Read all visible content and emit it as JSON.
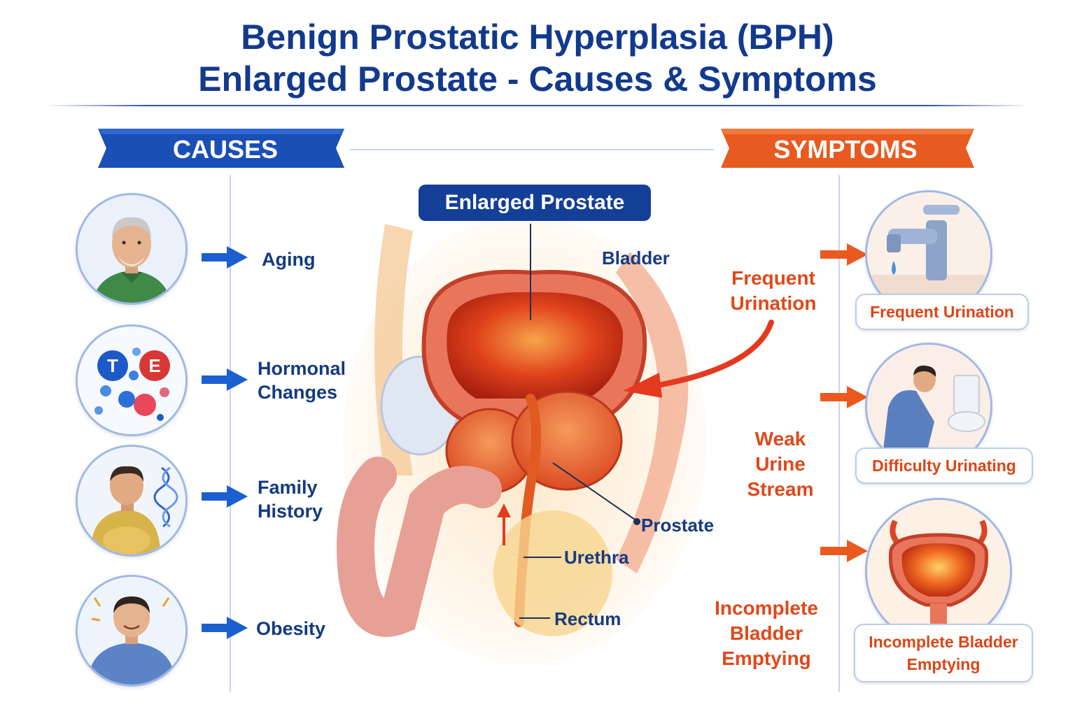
{
  "title": {
    "line1": "Benign Prostatic Hyperplasia (BPH)",
    "line2": "Enlarged Prostate - Causes & Symptoms"
  },
  "causes": {
    "heading": "CAUSES",
    "items": [
      {
        "label": "Aging",
        "icon": "elderly-man-icon"
      },
      {
        "label": "Hormonal Changes",
        "icon": "hormone-molecules-icon"
      },
      {
        "label": "Family History",
        "icon": "dna-family-icon"
      },
      {
        "label": "Obesity",
        "icon": "overweight-man-icon"
      }
    ]
  },
  "hormone_letters": {
    "a": "T",
    "b": "E"
  },
  "diagram": {
    "heading": "Enlarged Prostate",
    "labels": {
      "bladder": "Bladder",
      "prostate": "Prostate",
      "urethra": "Urethra",
      "rectum": "Rectum"
    }
  },
  "symptoms": {
    "heading": "SYMPTOMS",
    "labels": [
      "Frequent Urination",
      "Weak Urine Stream",
      "Incomplete Bladder Emptying"
    ],
    "boxes": [
      "Frequent Urination",
      "Difficulty Urinating",
      "Incomplete Bladder Emptying"
    ],
    "icons": [
      "faucet-drip-icon",
      "man-at-toilet-icon",
      "bladder-icon"
    ]
  },
  "colors": {
    "navy": "#123a8c",
    "blue_banner": "#1a4fb5",
    "orange_banner": "#e85a1f",
    "symptom_text": "#e0481a",
    "tissue_red": "#e2452a"
  }
}
